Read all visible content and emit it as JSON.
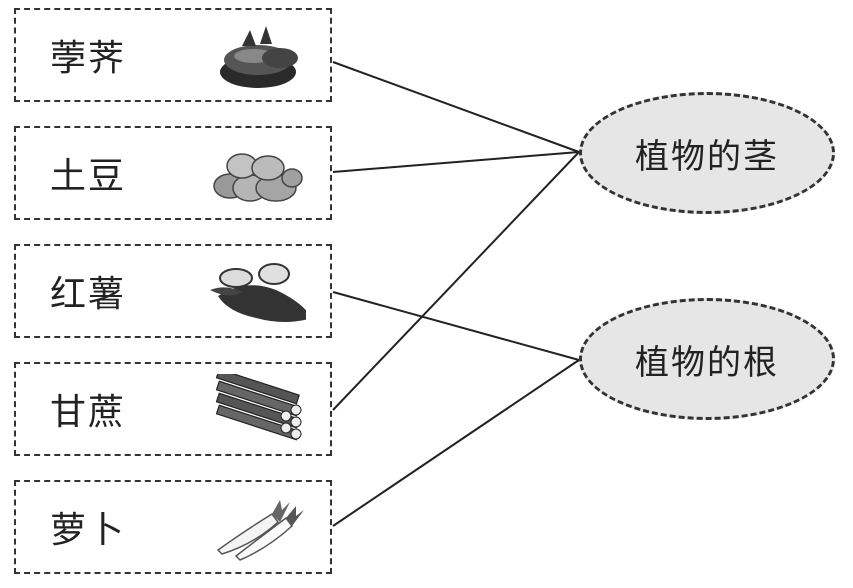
{
  "items": [
    {
      "label": "荸荠",
      "icon": "water-chestnut-icon"
    },
    {
      "label": "土豆",
      "icon": "potato-icon"
    },
    {
      "label": "红薯",
      "icon": "sweet-potato-icon"
    },
    {
      "label": "甘蔗",
      "icon": "sugarcane-icon"
    },
    {
      "label": "萝卜",
      "icon": "radish-icon"
    }
  ],
  "categories": [
    {
      "label": "植物的茎"
    },
    {
      "label": "植物的根"
    }
  ],
  "connections": [
    {
      "item": 0,
      "category": 0
    },
    {
      "item": 1,
      "category": 0
    },
    {
      "item": 2,
      "category": 1
    },
    {
      "item": 3,
      "category": 0
    },
    {
      "item": 4,
      "category": 1
    }
  ]
}
